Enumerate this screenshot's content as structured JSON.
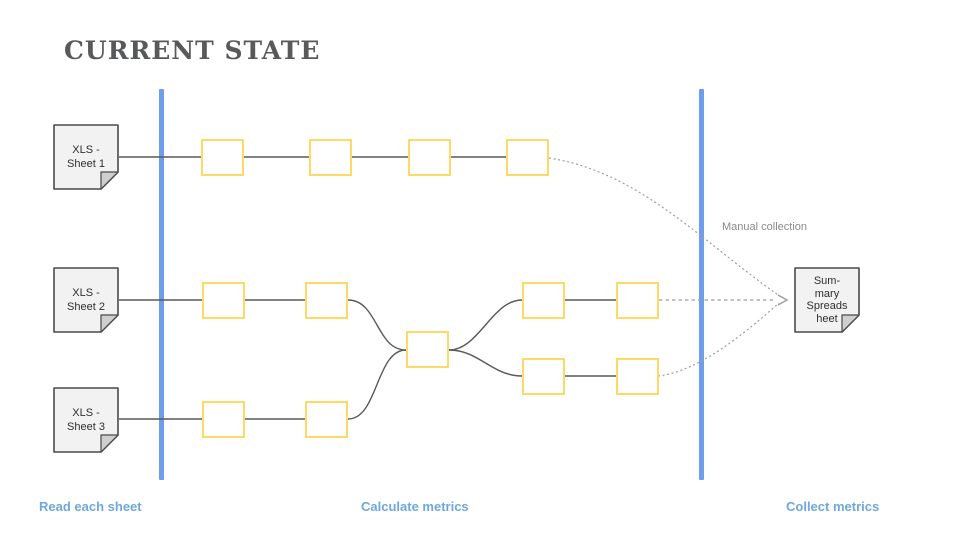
{
  "title": "CURRENT STATE",
  "nodes": {
    "sheet1": "XLS -\nSheet 1",
    "sheet2": "XLS -\nSheet 2",
    "sheet3": "XLS -\nSheet 3",
    "summary": "Sum-\nmary\nSpreads\nheet"
  },
  "annotation": "Manual collection",
  "lanes": {
    "read": "Read each sheet",
    "calculate": "Calculate metrics",
    "collect": "Collect metrics"
  },
  "colors": {
    "accent_blue": "#6d9eeb",
    "label_blue": "#6fa8dc",
    "box_border": "#ffd966",
    "note_fill": "#f2f2f2",
    "note_border": "#4a4a4a",
    "note_text": "#2f2f2f",
    "connector": "#595959",
    "dotted": "#9e9e9e",
    "title": "#58595b",
    "annotation": "#8a8a8a"
  }
}
